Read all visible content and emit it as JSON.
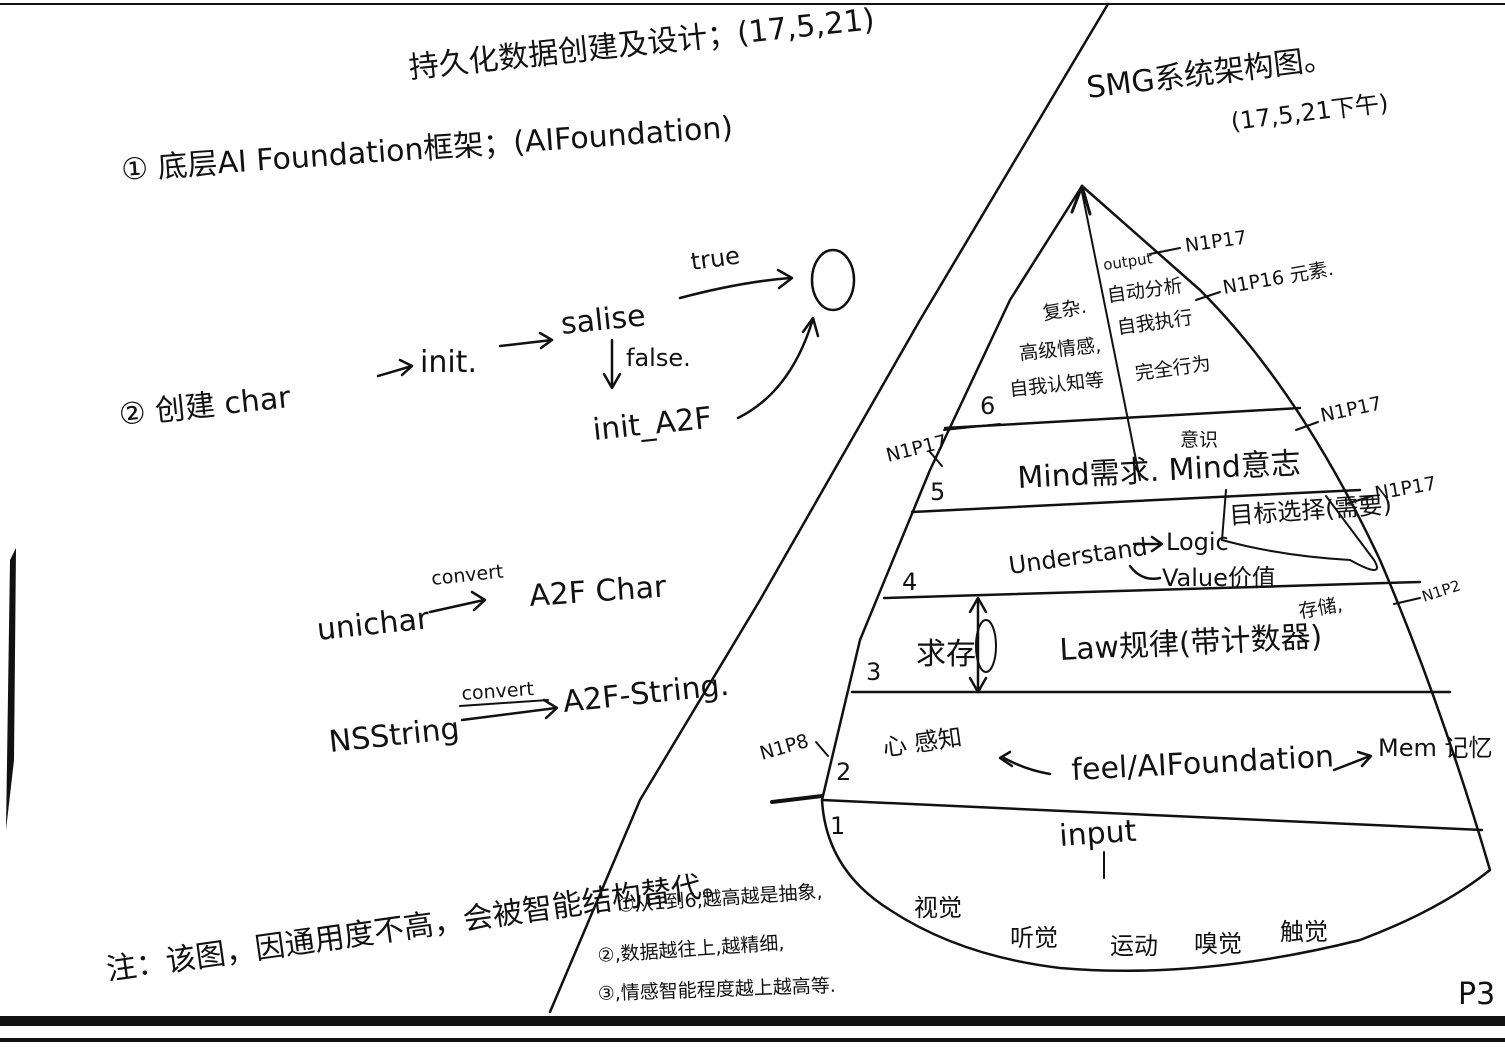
{
  "colors": {
    "ink": "#111111",
    "paper": "#ffffff"
  },
  "left_notes": {
    "title": "持久化数据创建及设计；(17,5,21)",
    "item1": "① 底层AI Foundation框架；(AIFoundation)",
    "item2_lead": "② 创建 char",
    "init": "init.",
    "salise": "salise",
    "true_label": "true",
    "false_label": "false.",
    "result_circle": "0",
    "init_a2f": "init_A2F",
    "convert1_src": "unichar",
    "convert1_label": "convert",
    "convert1_dst": "A2F Char",
    "convert2_src": "NSString",
    "convert2_label": "convert",
    "convert2_dst": "A2F-String.",
    "bottom_note": "注：该图，因通用度不高，会被智能结构替代。"
  },
  "right_notes": {
    "title": "SMG系统架构图。",
    "date": "(17,5,21下午)",
    "layer_numbers": [
      "1",
      "2",
      "3",
      "4",
      "5",
      "6"
    ],
    "layer1": "input",
    "senses": [
      "视觉",
      "听觉",
      "运动",
      "嗅觉",
      "触觉"
    ],
    "layer2_left": "心 感知",
    "layer2_center": "feel/AIFoundation",
    "layer2_right": "Mem 记忆",
    "layer3_left": "求存",
    "layer3_center": "Law规律(带计数器)",
    "layer3_side": "存储,",
    "layer4_left": "Understand",
    "layer4_logic": "Logic",
    "layer4_value": "Value价值",
    "layer4_right": "目标选择(需要)",
    "layer5": "Mind需求. Mind意志",
    "layer5_top": "意识",
    "layer6_left_lines": [
      "复杂.",
      "高级情感,",
      "自我认知等"
    ],
    "layer6_right_lines": [
      "output",
      "自动分析",
      "自我执行",
      "完全行为"
    ],
    "refs": [
      "N1P17",
      "N1P16 元素.",
      "N1P17",
      "N1P17",
      "N1P17",
      "N1P2",
      "N1P8"
    ],
    "legend": [
      "①从1到6,越高越是抽象,",
      "②,数据越往上,越精细,",
      "③,情感智能程度越上越高等."
    ],
    "page": "P3"
  }
}
